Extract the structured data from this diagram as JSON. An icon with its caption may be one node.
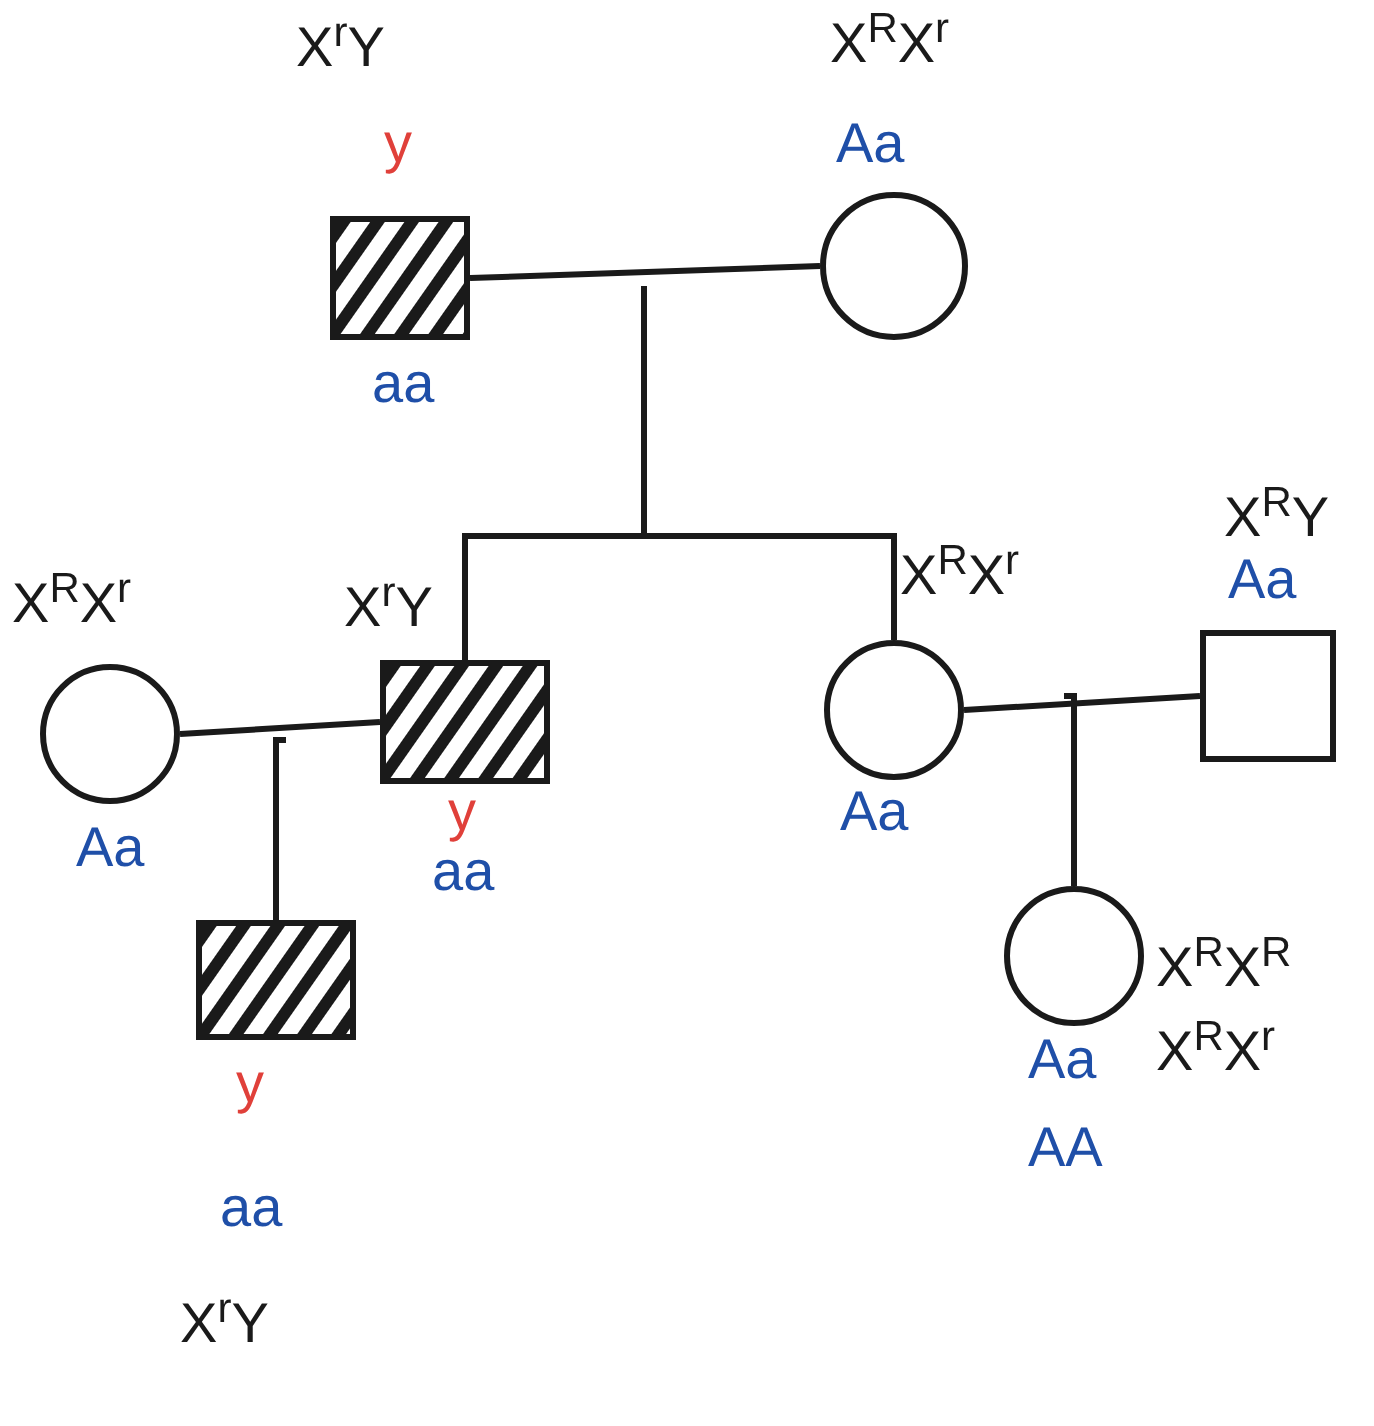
{
  "diagram": {
    "nodes": [
      {
        "text": [],
        "shape": "box",
        "beside": [
          "X$^{r}$Y",
          "y",
          "aa"
        ]
      },
      {
        "text": [],
        "shape": "circle",
        "beside": [
          "X$^{R}$X$^{r}$",
          "Aa"
        ]
      },
      {
        "text": [],
        "shape": "circle",
        "beside": [
          "X$^{R}$X$^{r}$",
          "Aa"
        ]
      },
      {
        "text": [],
        "shape": "box",
        "beside": [
          "X$^{r}$Y",
          "y",
          "aa"
        ]
      },
      {
        "text": [],
        "shape": "circle",
        "beside": [
          "X$^{R}$X$^{r}$",
          "Aa"
        ]
      },
      {
        "text": [],
        "shape": "box",
        "beside": [
          "X$^{R}$Y",
          "Aa"
        ]
      },
      {
        "text": [],
        "shape": "box",
        "beside": [
          "y",
          "aa",
          "X$^{r}$Y"
        ]
      },
      {
        "text": [],
        "shape": "circle",
        "beside": [
          "X$^{R}$X$^{R}$",
          "Aa",
          "X$^{R}$X$^{r}$",
          "AA"
        ]
      }
    ],
    "edges": [
      {
        "from": 0,
        "to": 1,
        "arrow": "none"
      },
      {
        "from": null,
        "to": 3,
        "arrow": "none"
      },
      {
        "from": null,
        "to": 4,
        "arrow": "none"
      },
      {
        "from": 2,
        "to": 3,
        "arrow": "none"
      },
      {
        "from": null,
        "to": 6,
        "arrow": "none"
      },
      {
        "from": 4,
        "to": 5,
        "arrow": "none"
      },
      {
        "from": null,
        "to": 7,
        "arrow": "none"
      }
    ]
  }
}
